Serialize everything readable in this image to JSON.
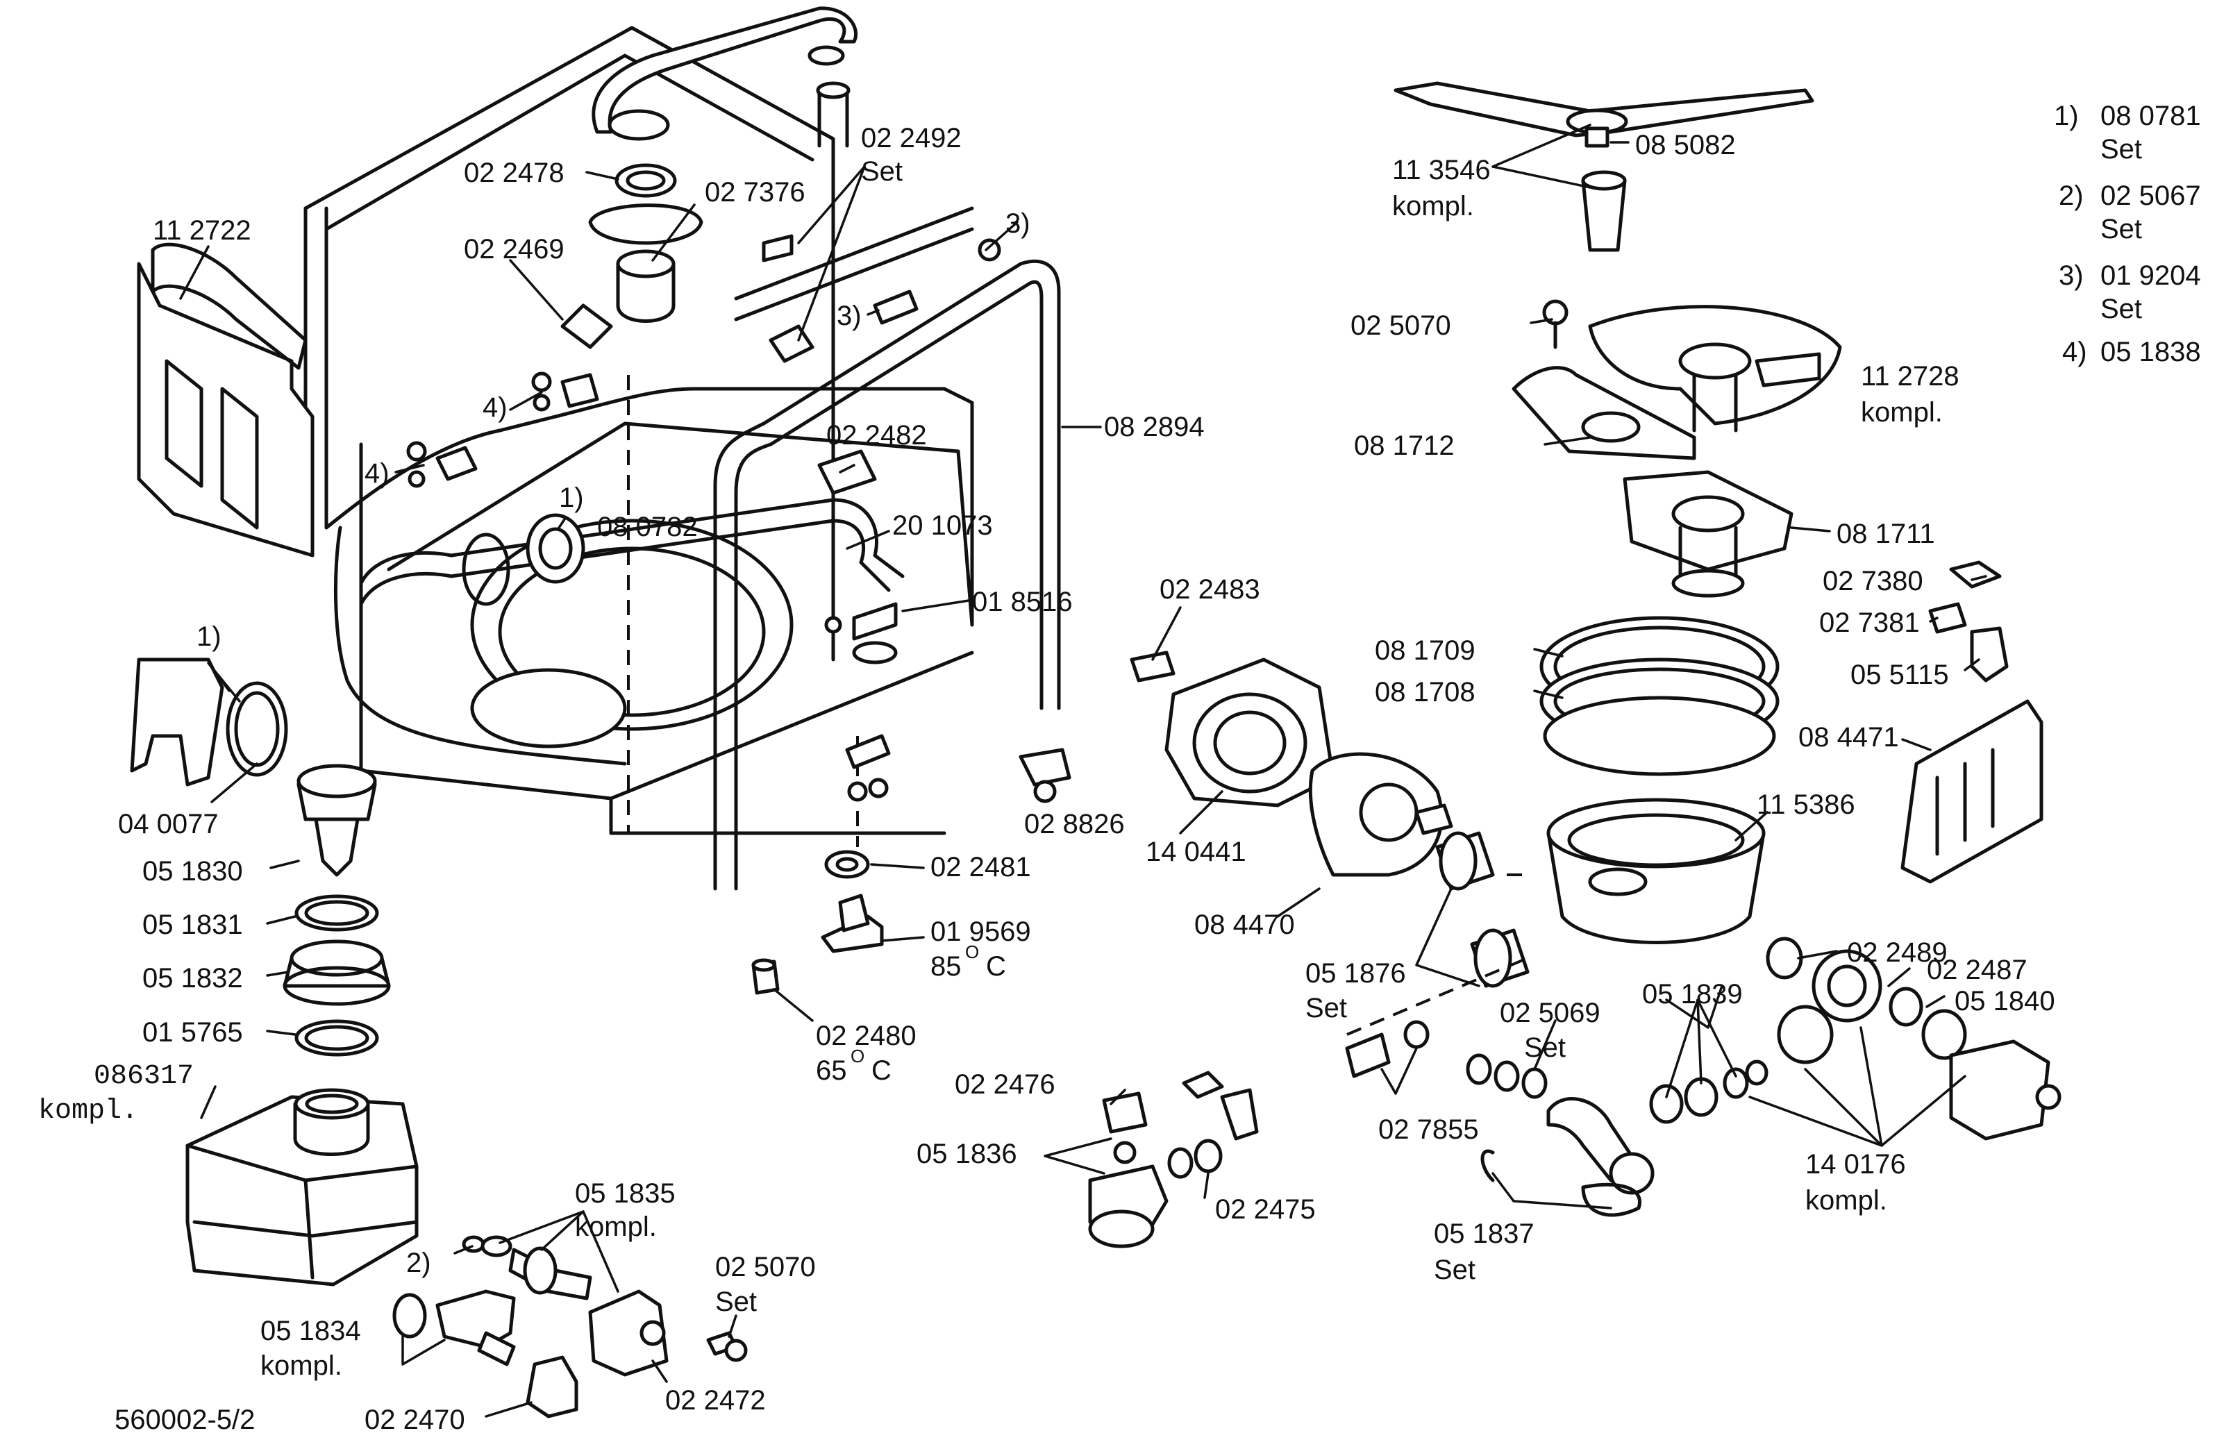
{
  "labels": {
    "p_112722": "11 2722",
    "p_022478": "02 2478",
    "p_022469": "02 2469",
    "p_027376": "02 7376",
    "p_022492": "02 2492",
    "set_022492": "Set",
    "ref3_top": "3)",
    "ref3_screw": "3)",
    "ref4_a": "4)",
    "ref4_b": "4)",
    "ref1_tub": "1)",
    "p_080782": "08 0782",
    "p_082894": "08 2894",
    "p_022482": "02 2482",
    "p_201073": "20 1073",
    "p_018516": "01 8516",
    "ref1_left": "1)",
    "p_040077": "04 0077",
    "p_051830": "05 1830",
    "p_051831": "05 1831",
    "p_051832": "05 1832",
    "p_015765": "01 5765",
    "p_086317": "086317",
    "kompl_086317": "kompl.",
    "p_028826": "02 8826",
    "p_022481": "02 2481",
    "p_019569": "01 9569",
    "temp_019569_value": "85",
    "temp_019569_unit": "C",
    "p_022480": "02 2480",
    "temp_022480_value": "65",
    "temp_022480_unit": "C",
    "temp_degree": "O",
    "p_022476": "02 2476",
    "p_051836": "05 1836",
    "p_022475": "02 2475",
    "p_051835": "05 1835",
    "kompl_051835": "kompl.",
    "ref2_valve": "2)",
    "p_051834": "05 1834",
    "kompl_051834": "kompl.",
    "p_022470": "02 2470",
    "p_022472": "02 2472",
    "p_025070_bottom": "02 5070",
    "set_025070_bottom": "Set",
    "drawing_number": "560002-5/2",
    "p_113546": "11 3546",
    "kompl_113546": "kompl.",
    "p_085082": "08 5082",
    "p_025070_top": "02 5070",
    "p_112728": "11 2728",
    "kompl_112728": "kompl.",
    "p_081712": "08 1712",
    "p_081711": "08 1711",
    "p_027380": "02 7380",
    "p_027381": "02 7381",
    "p_055115": "05 5115",
    "p_022483": "02 2483",
    "p_081709": "08 1709",
    "p_081708": "08 1708",
    "p_084471": "08 4471",
    "p_140441": "14 0441",
    "p_115386": "11 5386",
    "p_084470": "08 4470",
    "p_051876": "05 1876",
    "set_051876": "Set",
    "p_022489": "02 2489",
    "p_022487": "02 2487",
    "p_051840": "05 1840",
    "p_051839": "05 1839",
    "p_025069": "02 5069",
    "set_025069": "Set",
    "p_027855": "02 7855",
    "p_140176": "14 0176",
    "kompl_140176": "kompl.",
    "p_051837": "05 1837",
    "set_051837": "Set"
  },
  "legend": [
    {
      "ref": "1)",
      "part": "08 0781",
      "note": "Set"
    },
    {
      "ref": "2)",
      "part": "02 5067",
      "note": "Set"
    },
    {
      "ref": "3)",
      "part": "01 9204",
      "note": "Set"
    },
    {
      "ref": "4)",
      "part": "05 1838",
      "note": ""
    }
  ]
}
